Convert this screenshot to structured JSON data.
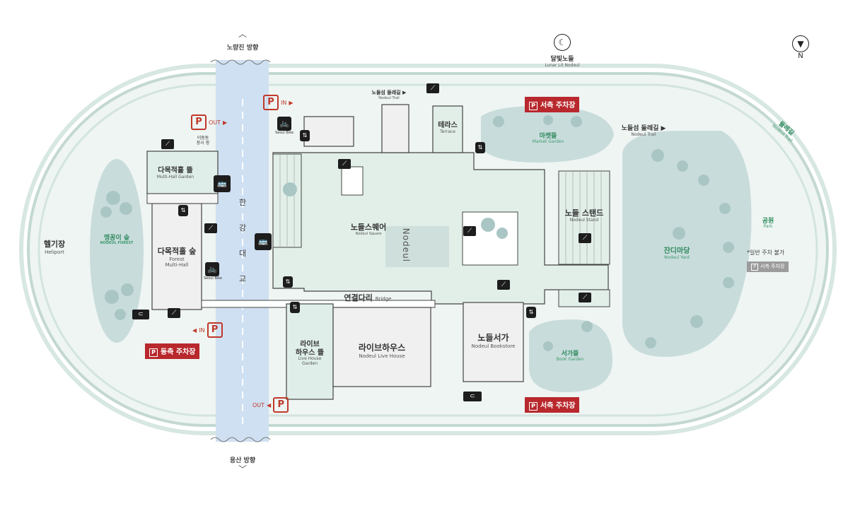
{
  "compass": {
    "label": "N"
  },
  "direction_north": {
    "label": "노량진 방향"
  },
  "direction_south": {
    "label": "용산 방향"
  },
  "moon": {
    "ko": "달빛노들",
    "en": "Lunar Lit Nodeul"
  },
  "trail_top": {
    "ko": "노들섬 둘레길 ▶",
    "en": "Nodeul Trail"
  },
  "trail_right": {
    "ko": "노들섬 둘레길 ▶",
    "en": "Nodeul Trail"
  },
  "trail_side": {
    "ko": "둘레길",
    "en": "Nodeul Trail"
  },
  "heliport": {
    "ko": "헬기장",
    "en": "Heliport"
  },
  "forest": {
    "ko": "맹꽁이 숲",
    "en": "NODEUL FOREST"
  },
  "multi_hall_garden": {
    "ko": "다목적홀 뜰",
    "en": "Multi-Hall Garden"
  },
  "forest_multi_hall": {
    "ko": "다목적홀 숲",
    "en1": "Forest",
    "en2": "Multi-Hall"
  },
  "bridge_chars": [
    "한",
    "강",
    "대",
    "교"
  ],
  "terrace": {
    "ko": "테라스",
    "en": "Terrace"
  },
  "market_garden": {
    "ko": "마켓뜰",
    "en": "Market Garden"
  },
  "nodeul_square": {
    "ko": "노들스퀘어",
    "en": "Nodeul Square"
  },
  "nodeul_logo": {
    "text": "Nodeul"
  },
  "nodeul_stand": {
    "ko": "노들 스탠드",
    "en": "Nodeul Stand"
  },
  "nodeul_yard": {
    "ko": "잔디마당",
    "en": "Nodeul Yard"
  },
  "park": {
    "ko": "공원",
    "en": "Park"
  },
  "parking_note": {
    "text": "*일반 주차 불가",
    "badge": "서측 주차장"
  },
  "connection_bridge": {
    "ko": "연결다리",
    "en": "Bridge"
  },
  "live_house_garden": {
    "ko1": "라이브",
    "ko2": "하우스 뜰",
    "en1": "Live House",
    "en2": "Garden"
  },
  "live_house": {
    "ko": "라이브하우스",
    "en": "Nodeul Live House"
  },
  "bookstore": {
    "ko": "노들서가",
    "en": "Nodeul Bookstore"
  },
  "book_garden": {
    "ko": "서가뜰",
    "en": "Book Garden"
  },
  "bike_label": {
    "text": "Seoul Bike"
  },
  "disabled_lift": {
    "line1": "이동동",
    "line2": "장시 장"
  },
  "parking": {
    "out_label": "OUT",
    "in_label": "IN",
    "p_symbol": "P",
    "west_badge": "서측 주차장",
    "east_badge": "동측 주차장"
  },
  "colors": {
    "river": "#cfe0f2",
    "land": "#e6f1ec",
    "park": "#c9dcdc",
    "accent": "#b8282d",
    "green": "#2f8a5e"
  }
}
